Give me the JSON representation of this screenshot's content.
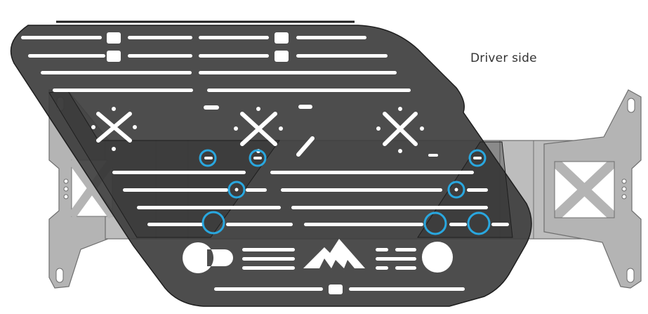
{
  "caption": "Driver side",
  "colors": {
    "background": "#ffffff",
    "frame": "#b4b4b4",
    "frame_stroke": "#6e6e6e",
    "plate": "#3e3e3e",
    "plate_stroke": "#1e1e1e",
    "cutout": "#ffffff",
    "highlight": "#29a7df"
  },
  "icons": [
    "mountain-logo-icon",
    "x-brace-icon"
  ],
  "mount_points": {
    "left_side": 4,
    "right_side": 4
  }
}
